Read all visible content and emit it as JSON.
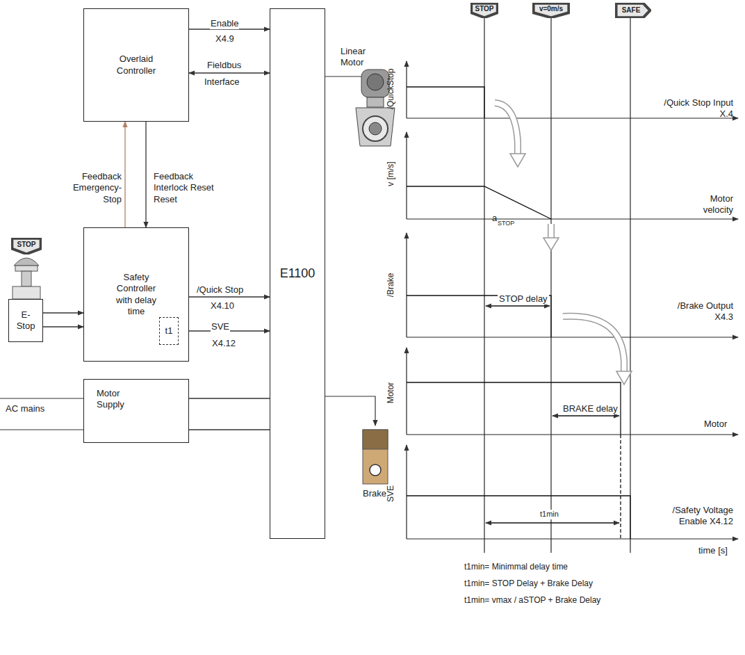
{
  "diagram": {
    "nodes": [
      {
        "text": [
          "Overlaid Controller"
        ]
      },
      {
        "text": [
          "Safety Controller with delay time"
        ]
      },
      {
        "text": [
          "t1"
        ],
        "in": 1
      },
      {
        "text": [
          "STOP"
        ]
      },
      {
        "text": [
          "E- Stop"
        ]
      },
      {
        "text": [
          "Motor Supply"
        ]
      },
      {
        "text": [
          "E1100"
        ]
      },
      {
        "text": [
          "STOP"
        ]
      },
      {
        "text": [
          "v=0m/s"
        ]
      },
      {
        "text": [
          "SAFE"
        ]
      }
    ],
    "edges": [
      {
        "from": 0,
        "to": 6,
        "arrow": "to",
        "label": "Enable"
      },
      {
        "from": 0,
        "to": 6,
        "arrow": "both",
        "label": "Fieldbus"
      },
      {
        "from": 1,
        "to": 0,
        "arrow": "to",
        "label": "Feedback Emergency-Stop"
      },
      {
        "from": 0,
        "to": 1,
        "arrow": "to",
        "label": "Feedback Interlock Reset Reset"
      },
      {
        "from": 1,
        "to": 6,
        "arrow": "to",
        "label": "/Quick Stop"
      },
      {
        "from": 2,
        "to": 6,
        "arrow": "to",
        "label": "SVE"
      },
      {
        "from": 4,
        "to": 1,
        "arrow": "to"
      },
      {
        "from": 4,
        "to": 1,
        "arrow": "to"
      },
      {
        "from": 5,
        "to": 6,
        "arrow": "none"
      },
      {
        "from": 5,
        "to": 6,
        "arrow": "none"
      }
    ],
    "labels": [
      "X4.9",
      "Interface",
      "X4.10",
      "X4.12",
      "AC mains",
      "Linear Motor",
      "Brake",
      "/QuickStop",
      "/Quick Stop Input X.4",
      "v [m/s]",
      "a",
      "STOP",
      "Motor velocity",
      "/Brake",
      "STOP delay",
      "/Brake Output X4.3",
      "Motor",
      "BRAKE delay",
      "Motor",
      "SVE",
      "t1min",
      "/Safety Voltage Enable X4.12",
      "time [s]",
      "t1min= Minimmal delay time",
      "t1min= STOP Delay + Brake Delay",
      "t1min= vmax / aSTOP + Brake Delay"
    ]
  }
}
